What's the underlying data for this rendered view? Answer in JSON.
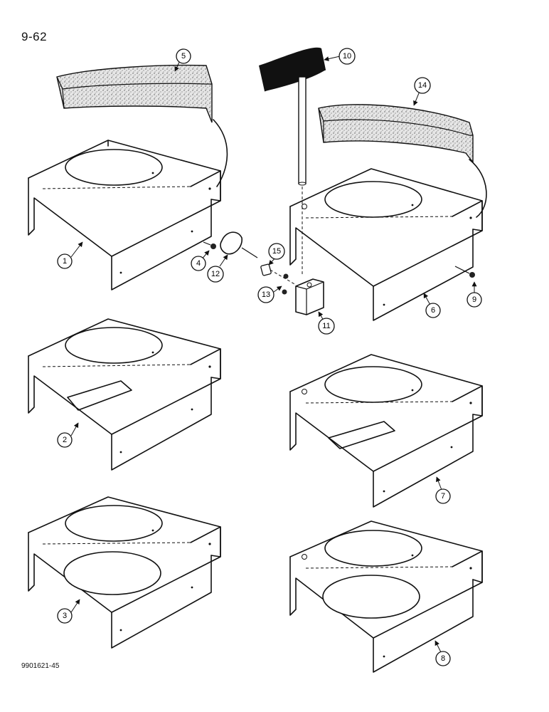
{
  "page_number": "9-62",
  "figure_id": "9901621-45",
  "callouts": [
    "1",
    "2",
    "3",
    "4",
    "5",
    "6",
    "7",
    "8",
    "9",
    "10",
    "11",
    "12",
    "13",
    "14",
    "15"
  ]
}
